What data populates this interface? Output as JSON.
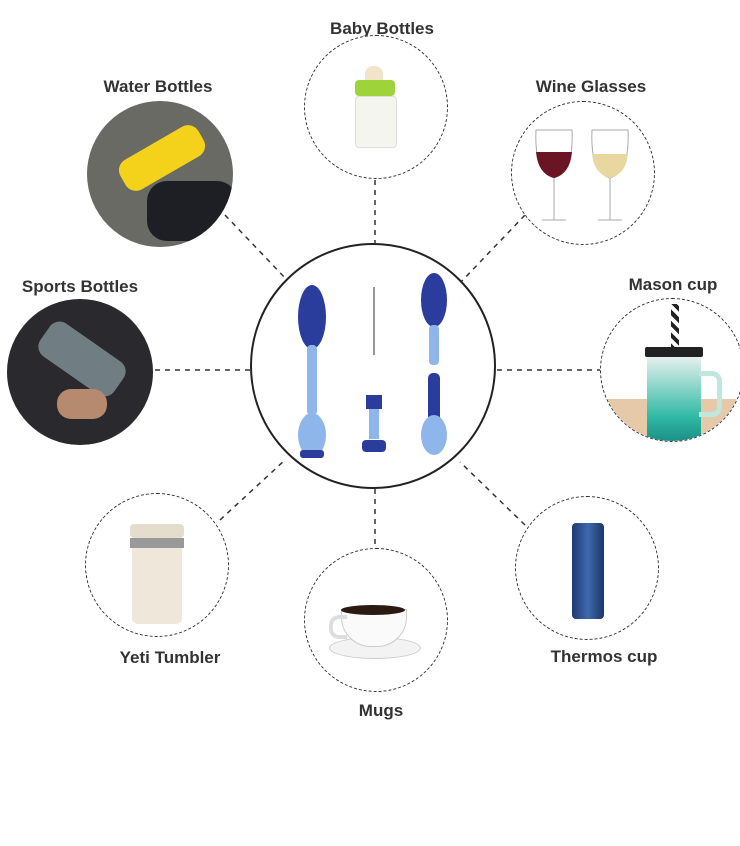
{
  "labels": {
    "baby_bottles": "Baby Bottles",
    "wine_glasses": "Wine Glasses",
    "water_bottles": "Water Bottles",
    "sports_bottles": "Sports Bottles",
    "mason_cup": "Mason cup",
    "yeti_tumbler": "Yeti Tumbler",
    "mugs": "Mugs",
    "thermos_cup": "Thermos cup"
  },
  "colors": {
    "brush_blue": "#2b3d9c",
    "handle_blue": "#8fb6ea",
    "text": "#333333"
  }
}
